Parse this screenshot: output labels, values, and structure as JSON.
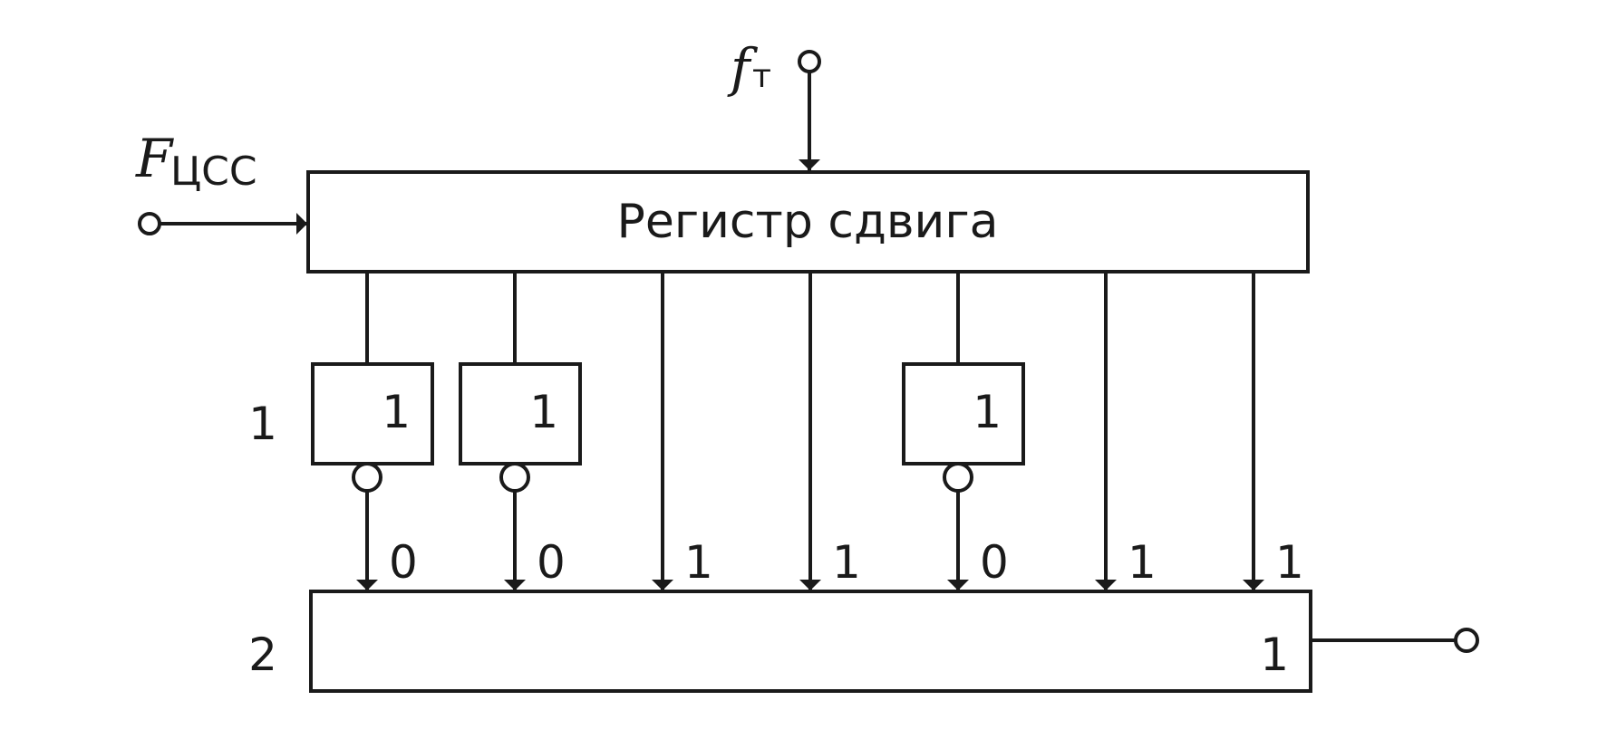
{
  "labels": {
    "clock_main": "f",
    "clock_sub": "т",
    "input_main": "F",
    "input_sub": "ЦСС",
    "register": "Регистр сдвига",
    "row_inverters": "1",
    "row_and": "2",
    "and_symbol": "1"
  },
  "inverters": [
    {
      "symbol": "1"
    },
    {
      "symbol": "1"
    },
    {
      "symbol": "1"
    }
  ],
  "taps": [
    {
      "bit": "0",
      "inverted": true
    },
    {
      "bit": "0",
      "inverted": true
    },
    {
      "bit": "1",
      "inverted": false
    },
    {
      "bit": "1",
      "inverted": false
    },
    {
      "bit": "0",
      "inverted": true
    },
    {
      "bit": "1",
      "inverted": false
    },
    {
      "bit": "1",
      "inverted": false
    }
  ],
  "colors": {
    "line": "#1a1a1a",
    "background": "#ffffff"
  }
}
